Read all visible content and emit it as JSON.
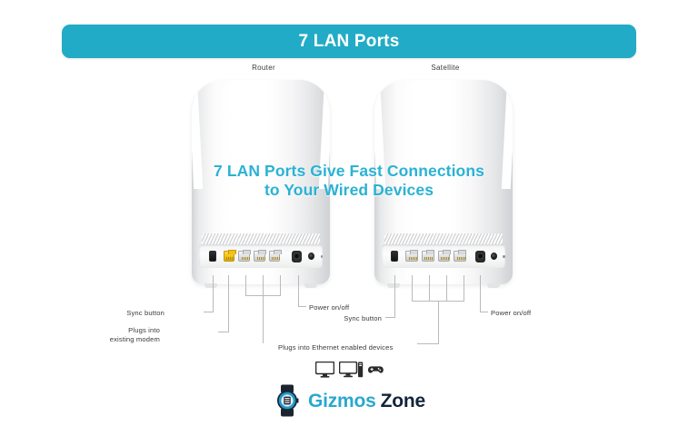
{
  "banner": {
    "title": "7 LAN Ports",
    "background_color": "#21abc6",
    "text_color": "#ffffff"
  },
  "devices": [
    {
      "caption": "Router",
      "ports": [
        "sync-button",
        "wan-port",
        "lan-port",
        "lan-port",
        "lan-port",
        "power-jack",
        "power-button",
        "status-led"
      ]
    },
    {
      "caption": "Satellite",
      "ports": [
        "sync-button",
        "lan-port",
        "lan-port",
        "lan-port",
        "lan-port",
        "power-jack",
        "power-button",
        "status-led"
      ]
    }
  ],
  "headline": {
    "line1": "7 LAN Ports Give Fast Connections",
    "line2": "to Your Wired Devices",
    "color": "#2ab2d4"
  },
  "callouts": {
    "router": {
      "sync": "Sync button",
      "modem_line1": "Plugs into",
      "modem_line2": "existing modem",
      "ethernet": "Plugs into Ethernet enabled devices",
      "power": "Power on/off"
    },
    "satellite": {
      "sync": "Sync button",
      "power": "Power on/off"
    }
  },
  "device_icons": [
    "monitor-icon",
    "desktop-computer-icon",
    "gamepad-icon"
  ],
  "logo": {
    "mark": "smartwatch-icon",
    "text_primary": "Gizmos",
    "text_secondary": "Zone",
    "primary_color": "#29a8cf",
    "secondary_color": "#14243a"
  }
}
